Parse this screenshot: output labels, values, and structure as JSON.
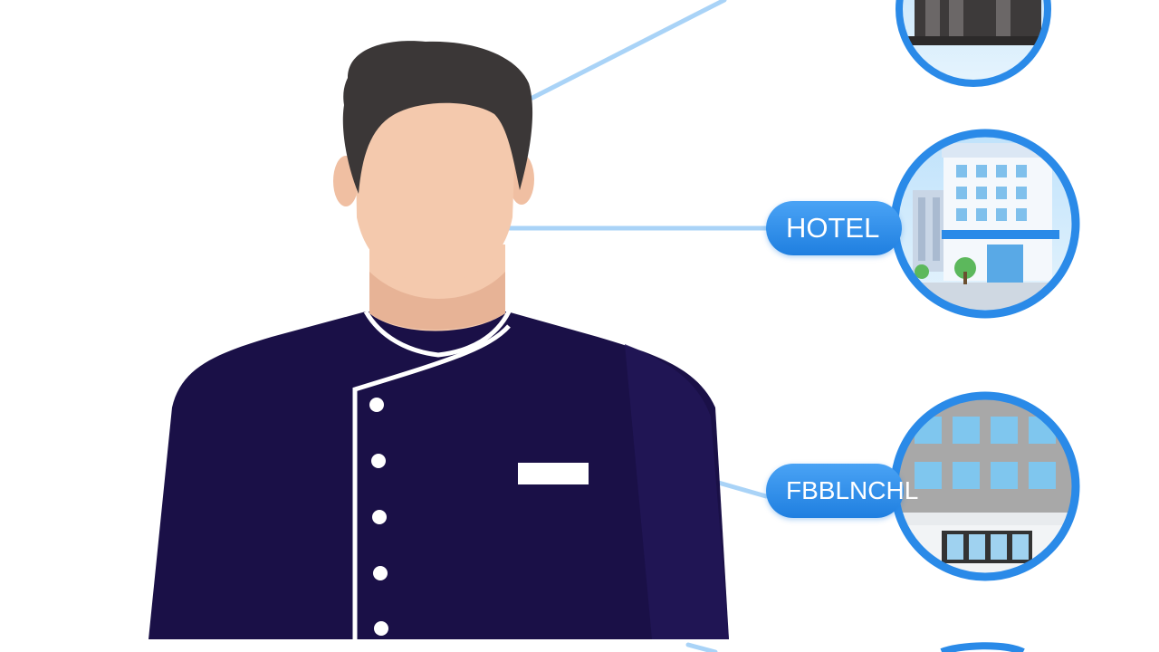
{
  "labels": {
    "hotel": "HOTEL",
    "second": "FBBLNCHL"
  },
  "colors": {
    "background": "#ffffff",
    "uniform": "#1a1047",
    "skin": "#f4c9ad",
    "hair": "#3b3737",
    "accent_blue": "#2a8ae8",
    "connector": "#a9d3f7"
  },
  "icons": [
    "person-avatar",
    "hotel-building-icon",
    "office-building-icon"
  ]
}
